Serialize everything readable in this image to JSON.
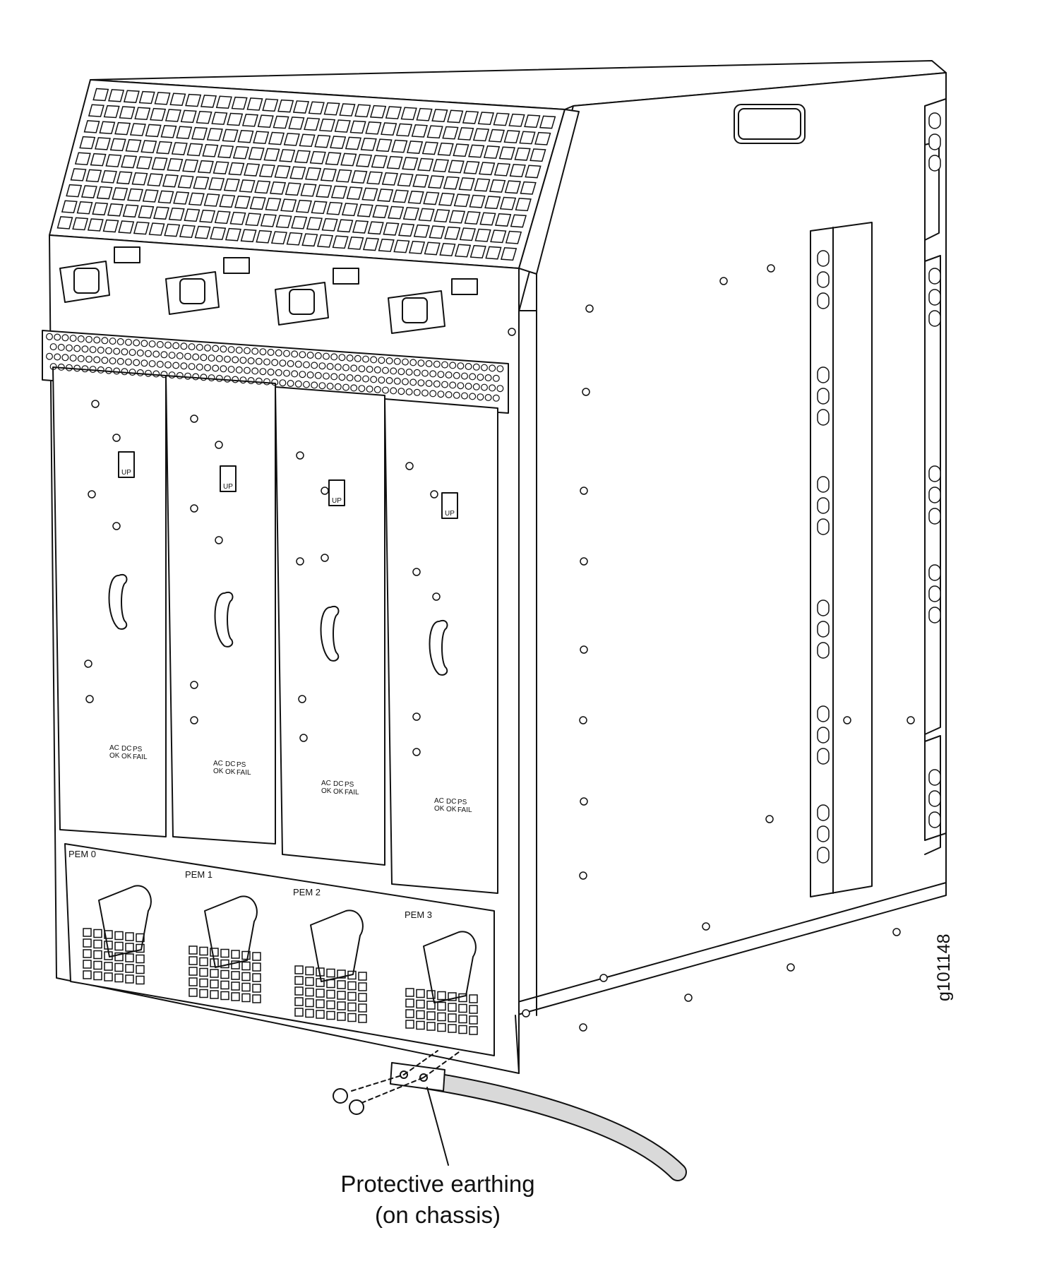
{
  "callout": {
    "line1": "Protective earthing",
    "line2": "(on chassis)"
  },
  "figure_id": "g101148",
  "pem_labels": [
    "PEM 0",
    "PEM 1",
    "PEM 2",
    "PEM 3"
  ],
  "psu_led_labels": [
    {
      "top": "AC",
      "bottom": "OK"
    },
    {
      "top": "DC",
      "bottom": "OK"
    },
    {
      "top": "PS",
      "bottom": "FAIL"
    }
  ],
  "arrow_label": "UP",
  "colors": {
    "line": "#111111",
    "fill": "#ffffff",
    "cable": "#d9d9d9"
  }
}
